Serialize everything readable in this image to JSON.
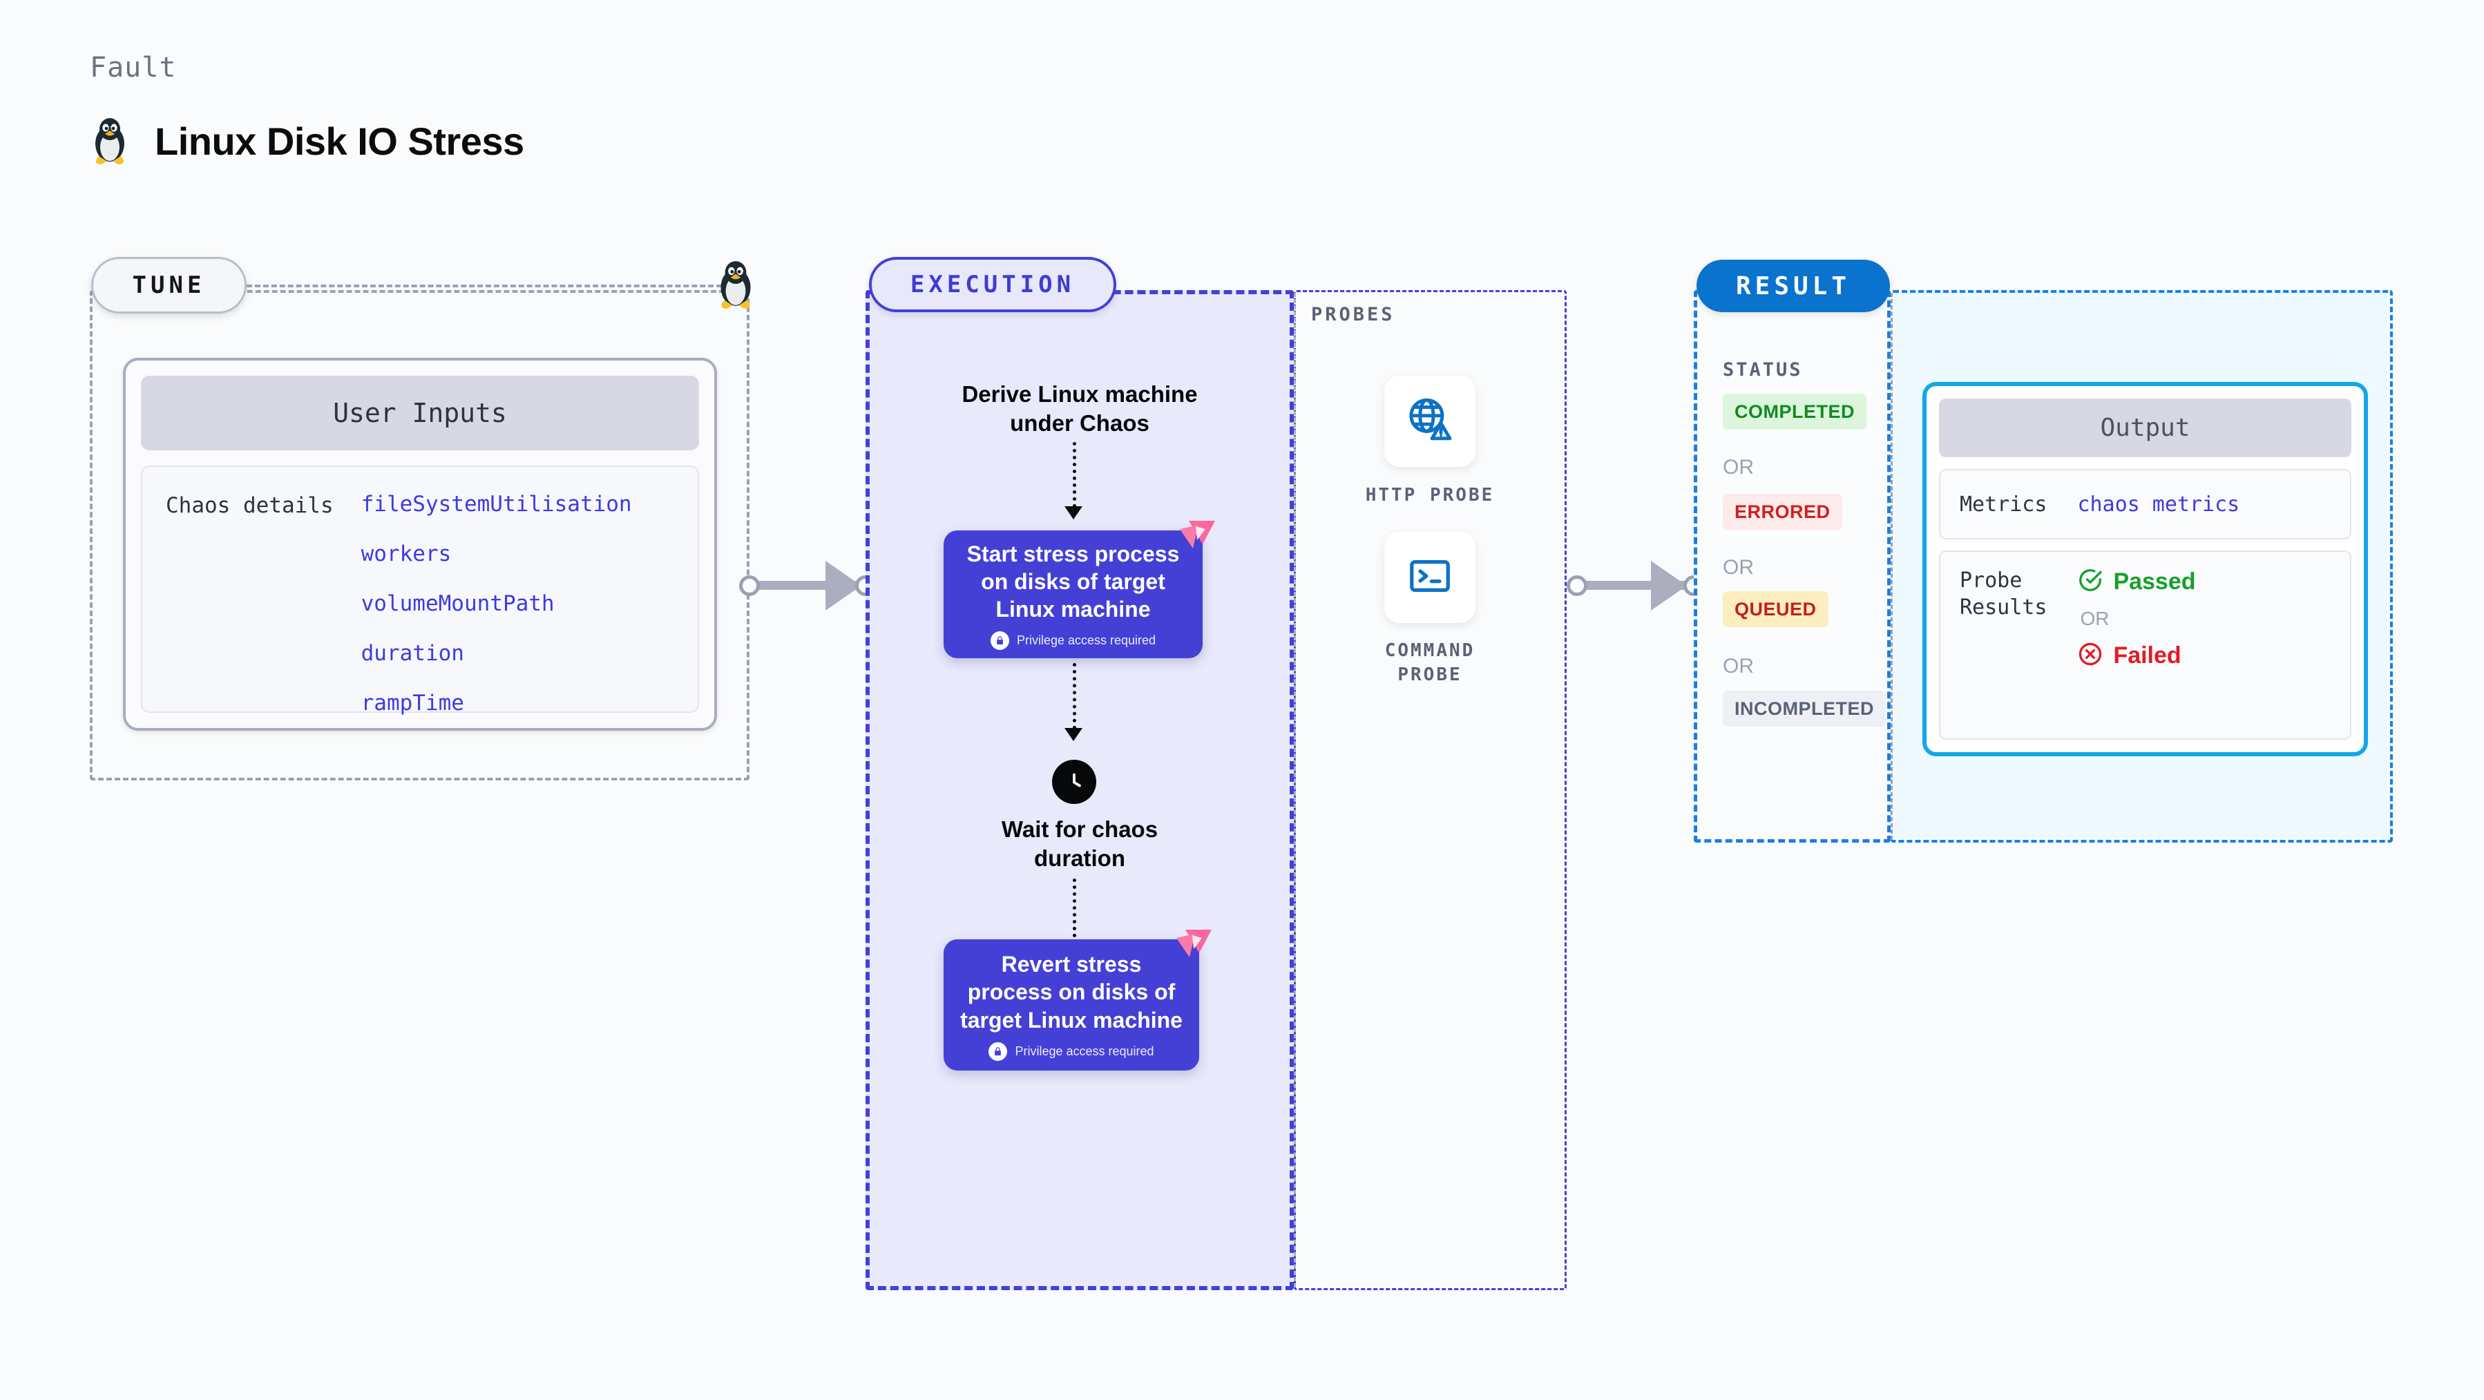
{
  "header": {
    "kicker": "Fault",
    "title": "Linux Disk IO Stress",
    "icon": "tux-penguin-icon"
  },
  "tune": {
    "pill_label": "TUNE",
    "card": {
      "header": "User Inputs",
      "row_label": "Chaos details",
      "parameters": [
        "fileSystemUtilisation",
        "workers",
        "volumeMountPath",
        "duration",
        "rampTime"
      ]
    }
  },
  "execution": {
    "pill_label": "EXECUTION",
    "steps": {
      "derive": "Derive Linux machine\nunder Chaos",
      "start_card": {
        "title": "Start stress process on disks of target Linux machine",
        "privilege_note": "Privilege access required",
        "badge": "litmus-logo-badge"
      },
      "wait": "Wait for chaos\nduration",
      "wait_icon": "clock-icon",
      "revert_card": {
        "title": "Revert stress process on disks of target Linux machine",
        "privilege_note": "Privilege access required",
        "badge": "litmus-logo-badge"
      }
    }
  },
  "probes": {
    "section_label": "PROBES",
    "items": [
      {
        "label": "HTTP PROBE",
        "icon": "globe-warning-icon"
      },
      {
        "label": "COMMAND\nPROBE",
        "icon": "terminal-icon"
      }
    ]
  },
  "result": {
    "pill_label": "RESULT",
    "status_label": "STATUS",
    "or_label": "OR",
    "statuses": [
      {
        "label": "COMPLETED",
        "text_color": "#128a22",
        "bg_color": "#dcf5dc"
      },
      {
        "label": "ERRORED",
        "text_color": "#cf2020",
        "bg_color": "#fdeaea"
      },
      {
        "label": "QUEUED",
        "text_color": "#c2201d",
        "bg_color": "#fdeec2"
      },
      {
        "label": "INCOMPLETED",
        "text_color": "#5a6276",
        "bg_color": "#eef0f5"
      }
    ],
    "output": {
      "header": "Output",
      "metrics_label": "Metrics",
      "metrics_value": "chaos metrics",
      "probe_results_label": "Probe\nResults",
      "passed_label": "Passed",
      "failed_label": "Failed",
      "or_label": "OR",
      "passed_icon": "check-circle-icon",
      "failed_icon": "x-circle-icon"
    }
  },
  "colors": {
    "indigo": "#4440d6",
    "indigo_fill": "#e8e9fb",
    "blue": "#0a73cd",
    "cyan": "#12a7e8",
    "cyan_fill": "#eefaff",
    "pink": "#f9689c",
    "gray_dash": "#9aa1b2"
  }
}
